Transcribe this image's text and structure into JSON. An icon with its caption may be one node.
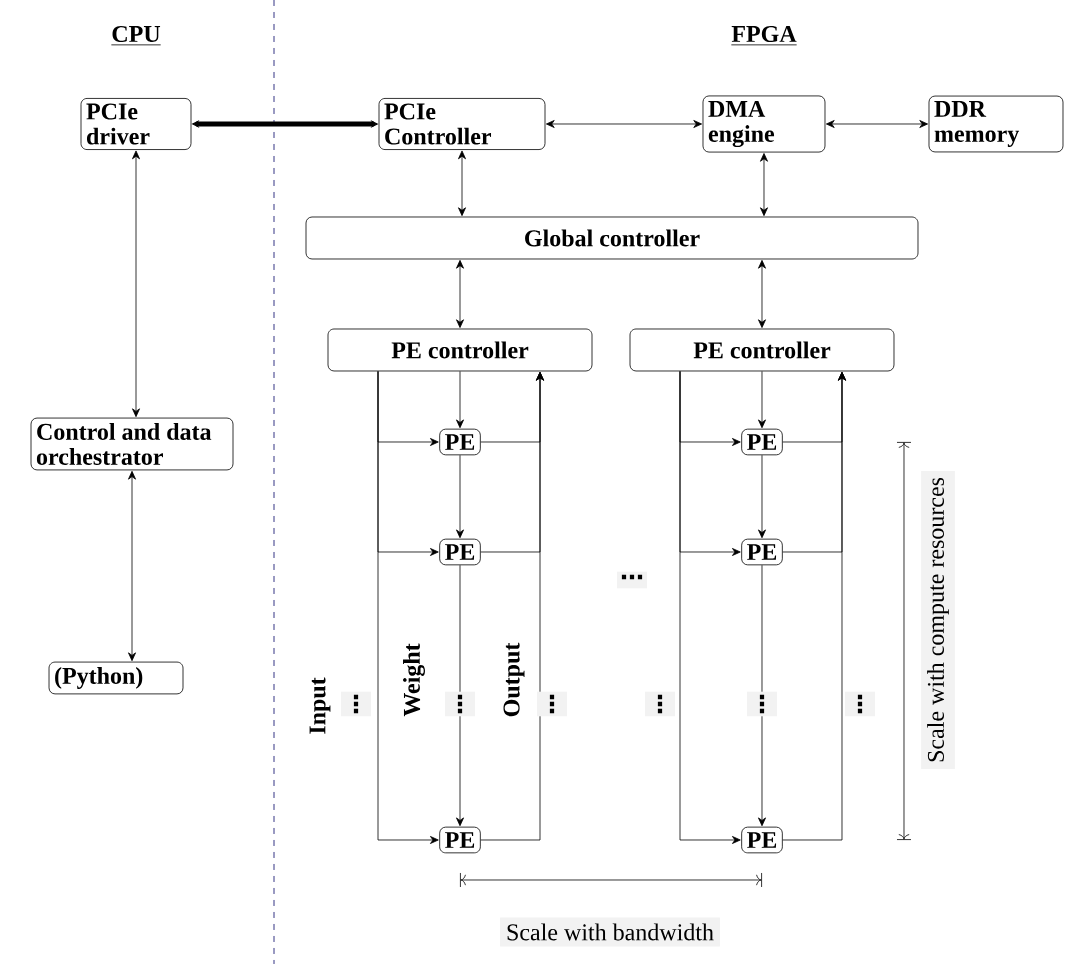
{
  "diagram": {
    "nodes": [
      {
        "text": [
          "PCIe driver"
        ]
      },
      {
        "text": [
          "PCIe Controller"
        ]
      },
      {
        "text": [
          "DMA engine"
        ]
      },
      {
        "text": [
          "DDR memory"
        ]
      },
      {
        "text": [
          "Global controller"
        ]
      },
      {
        "text": [
          "PE controller"
        ]
      },
      {
        "text": [
          "PE controller"
        ]
      },
      {
        "text": [
          "PE"
        ]
      },
      {
        "text": [
          "PE"
        ]
      },
      {
        "text": [
          "PE"
        ]
      },
      {
        "text": [
          "PE"
        ]
      },
      {
        "text": [
          "PE"
        ]
      },
      {
        "text": [
          "PE"
        ]
      },
      {
        "text": [
          "Control and data orchestrator"
        ]
      },
      {
        "text": [
          "(Python)"
        ]
      }
    ],
    "edges": [
      {
        "from": 0,
        "to": 1,
        "arrow": "both",
        "style": "thick"
      },
      {
        "from": 1,
        "to": 2,
        "arrow": "both"
      },
      {
        "from": 2,
        "to": 3,
        "arrow": "both"
      },
      {
        "from": 1,
        "to": 4,
        "arrow": "both"
      },
      {
        "from": 2,
        "to": 4,
        "arrow": "both"
      },
      {
        "from": 4,
        "to": 5,
        "arrow": "both"
      },
      {
        "from": 4,
        "to": 6,
        "arrow": "both"
      },
      {
        "from": 0,
        "to": 13,
        "arrow": "both"
      },
      {
        "from": 13,
        "to": 14,
        "arrow": "both"
      },
      {
        "from": 5,
        "to": 7,
        "arrow": "to"
      },
      {
        "from": 7,
        "to": 8,
        "arrow": "to"
      },
      {
        "from": 8,
        "to": 9,
        "arrow": "to"
      },
      {
        "from": 5,
        "to": 7,
        "arrow": "to"
      },
      {
        "from": 5,
        "to": 8,
        "arrow": "to"
      },
      {
        "from": 5,
        "to": 9,
        "arrow": "to"
      },
      {
        "from": 7,
        "to": 5,
        "arrow": "to"
      },
      {
        "from": 8,
        "to": 5,
        "arrow": "to"
      },
      {
        "from": 9,
        "to": 5,
        "arrow": "to"
      },
      {
        "from": 6,
        "to": 10,
        "arrow": "to"
      },
      {
        "from": 10,
        "to": 11,
        "arrow": "to"
      },
      {
        "from": 11,
        "to": 12,
        "arrow": "to"
      },
      {
        "from": 6,
        "to": 10,
        "arrow": "to"
      },
      {
        "from": 6,
        "to": 11,
        "arrow": "to"
      },
      {
        "from": 6,
        "to": 12,
        "arrow": "to"
      },
      {
        "from": 10,
        "to": 6,
        "arrow": "to"
      },
      {
        "from": 11,
        "to": 6,
        "arrow": "to"
      },
      {
        "from": 12,
        "to": 6,
        "arrow": "to"
      }
    ],
    "labels": [
      "CPU",
      "FPGA",
      "Input",
      "⋮",
      "Weight",
      "⋮",
      "Output",
      "⋮",
      "⋯",
      "⋮",
      "⋮",
      "⋮",
      "Scale with compute resources",
      "Scale with bandwidth"
    ]
  }
}
